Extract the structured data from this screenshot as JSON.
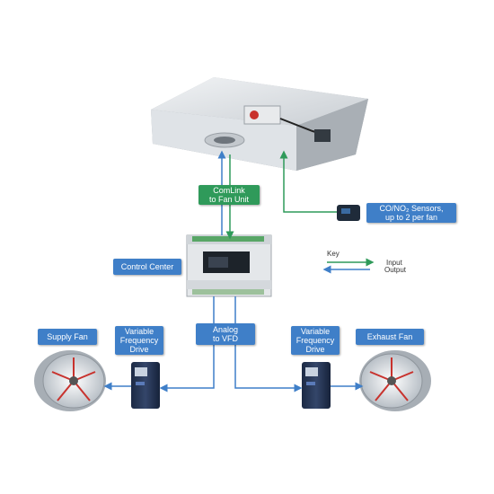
{
  "labels": {
    "comlink": "ComLink\nto Fan Unit",
    "co_sensors": "CO/NO₂ Sensors,\nup to 2 per fan",
    "control_center": "Control Center",
    "supply_fan": "Supply Fan",
    "vfd_left": "Variable\nFrequency\nDrive",
    "analog_vfd": "Analog\nto VFD",
    "vfd_right": "Variable\nFrequency\nDrive",
    "exhaust_fan": "Exhaust  Fan"
  },
  "key": {
    "title": "Key",
    "input": "Input",
    "output": "Output"
  },
  "colors": {
    "label_blue": "#3f7fc8",
    "label_green": "#2f9a5a",
    "input_line": "#2f9a5a",
    "output_line": "#3f7fc8"
  },
  "icons": {
    "fan_unit": "ceiling-fan-unit-icon",
    "sensor": "co-sensor-icon",
    "controller": "controller-module-icon",
    "vfd": "vfd-drive-icon",
    "fan": "axial-fan-icon"
  }
}
